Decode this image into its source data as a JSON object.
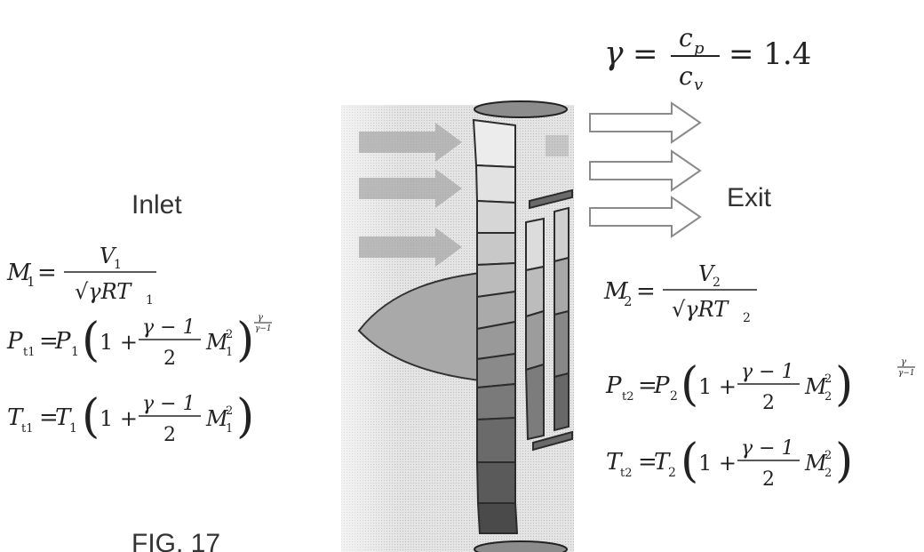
{
  "gamma_equation": {
    "lhs": "γ",
    "num": "c",
    "num_sub": "p",
    "den": "c",
    "den_sub": "v",
    "value": "= 1.4"
  },
  "inlet_label": "Inlet",
  "exit_label": "Exit",
  "figure_caption": "FIG. 17",
  "inlet_equations": {
    "mach": {
      "lhs": "M",
      "sub": "1",
      "num": "V",
      "num_sub": "1",
      "den": "√γRT",
      "den_sub": "1"
    },
    "pressure": {
      "lhs": "P",
      "lhs_sub": "t1",
      "rhs": "P",
      "rhs_sub": "1",
      "factor": "γ − 1",
      "den": "2",
      "m": "M",
      "m_sub": "1",
      "m_sup": "2",
      "exp_num": "γ",
      "exp_den": "γ−1"
    },
    "temperature": {
      "lhs": "T",
      "lhs_sub": "t1",
      "rhs": "T",
      "rhs_sub": "1",
      "factor": "γ − 1",
      "den": "2",
      "m": "M",
      "m_sub": "1",
      "m_sup": "2"
    }
  },
  "exit_equations": {
    "mach": {
      "lhs": "M",
      "sub": "2",
      "num": "V",
      "num_sub": "2",
      "den": "√γRT",
      "den_sub": "2"
    },
    "pressure": {
      "lhs": "P",
      "lhs_sub": "t2",
      "rhs": "P",
      "rhs_sub": "2",
      "factor": "γ − 1",
      "den": "2",
      "m": "M",
      "m_sub": "2",
      "m_sup": "2",
      "exp_num": "γ",
      "exp_den": "γ−1"
    },
    "temperature": {
      "lhs": "T",
      "lhs_sub": "t2",
      "rhs": "T",
      "rhs_sub": "2",
      "factor": "γ − 1",
      "den": "2",
      "m": "M",
      "m_sub": "2",
      "m_sup": "2"
    }
  },
  "colors": {
    "background": "#ffffff",
    "engine_panel": "#d8d8d8",
    "arrow": "#9a9a9a",
    "spinner": "#a8a8a8",
    "blade_light": "#e6e6e6",
    "blade_dark": "#4a4a4a"
  }
}
